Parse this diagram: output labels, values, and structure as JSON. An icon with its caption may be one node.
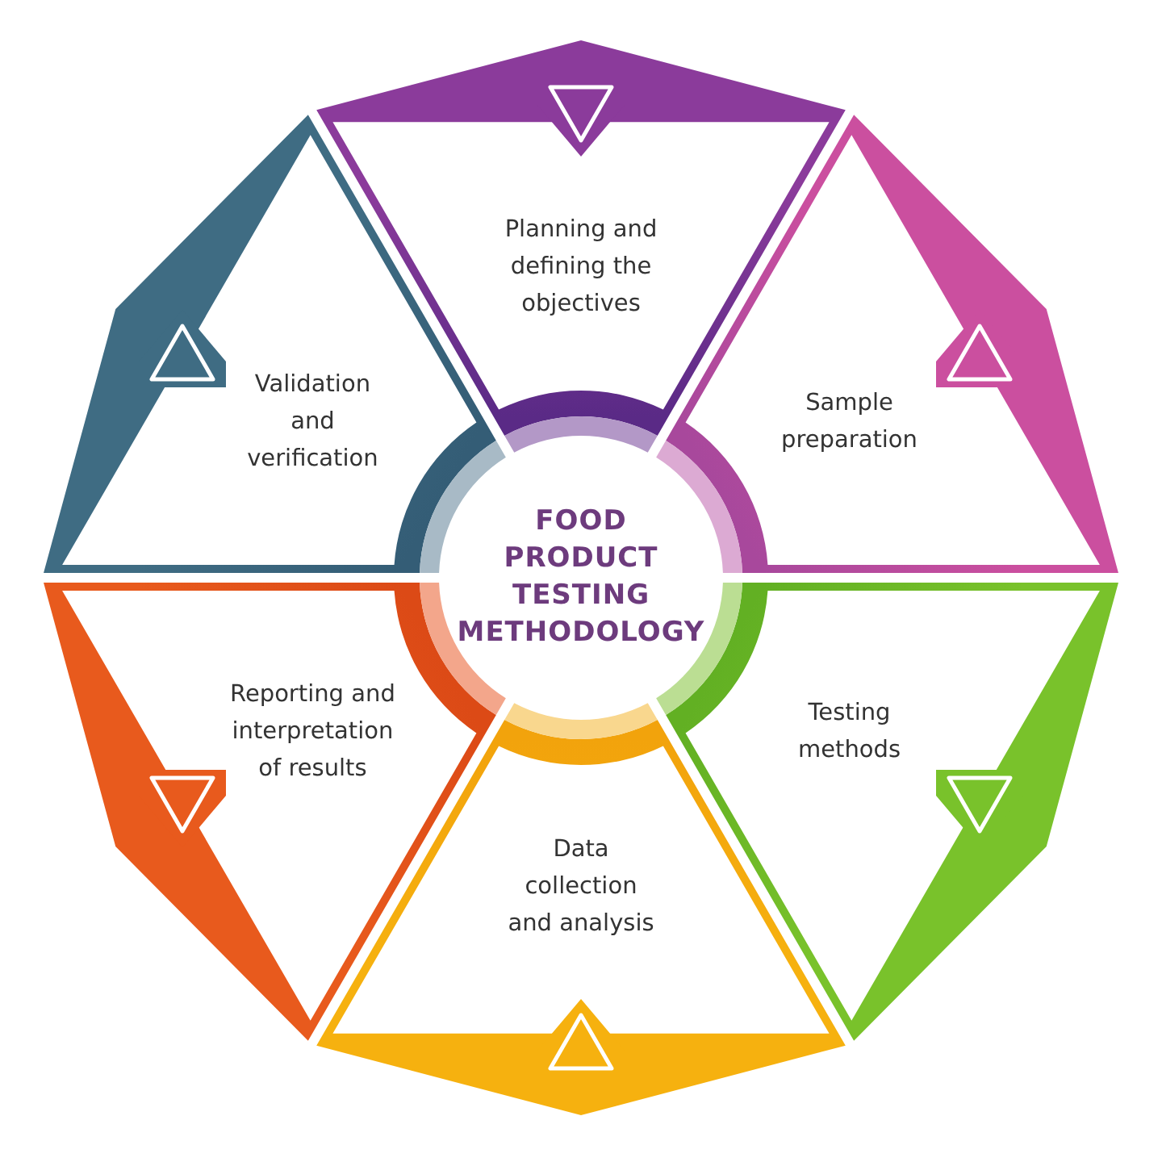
{
  "diagram": {
    "nodes": [
      {
        "text": [
          "FOOD PRODUCT TESTING METHODOLOGY"
        ]
      },
      {
        "text": [
          "Planning and defining the objectives"
        ]
      },
      {
        "text": [
          "Sample preparation"
        ]
      },
      {
        "text": [
          "Testing methods"
        ]
      },
      {
        "text": [
          "Data collection and analysis"
        ]
      },
      {
        "text": [
          "Reporting and interpretation of results"
        ]
      },
      {
        "text": [
          "Validation and verification"
        ]
      }
    ]
  }
}
